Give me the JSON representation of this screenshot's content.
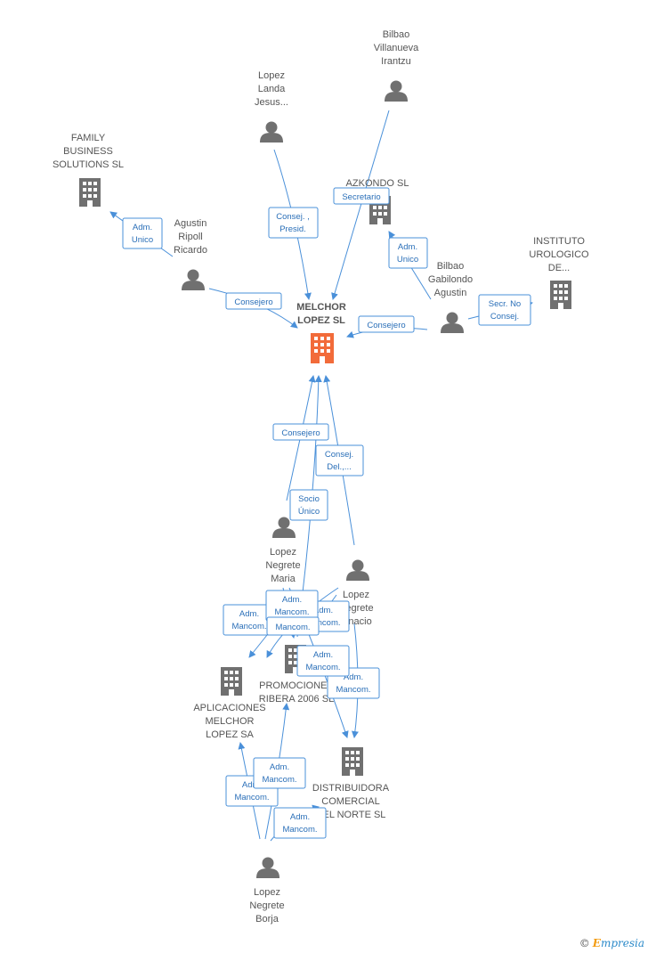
{
  "main_company": {
    "lines": [
      "MELCHOR",
      "LOPEZ SL"
    ],
    "color": "#f26b3a"
  },
  "people": {
    "bilbao_villanueva": [
      "Bilbao",
      "Villanueva",
      "Irantzu"
    ],
    "lopez_landa": [
      "Lopez",
      "Landa",
      "Jesus..."
    ],
    "agustin_ripoll": [
      "Agustin",
      "Ripoll",
      "Ricardo"
    ],
    "bilbao_gabilondo": [
      "Bilbao",
      "Gabilondo",
      "Agustin"
    ],
    "lopez_negrete_maria": [
      "Lopez",
      "Negrete",
      "Maria"
    ],
    "lopez_negrete_ignacio": [
      "Lopez",
      "Negrete",
      "Ignacio"
    ],
    "lopez_negrete_borja": [
      "Lopez",
      "Negrete",
      "Borja"
    ]
  },
  "companies": {
    "family_business": [
      "FAMILY",
      "BUSINESS",
      "SOLUTIONS SL"
    ],
    "azkondo": [
      "AZKONDO  SL"
    ],
    "instituto": [
      "INSTITUTO",
      "UROLOGICO",
      "DE..."
    ],
    "aplicaciones": [
      "APLICACIONES",
      "MELCHOR",
      "LOPEZ SA"
    ],
    "promociones": [
      "PROMOCIONES",
      "RIBERA 2006 SL"
    ],
    "distribuidora": [
      "DISTRIBUIDORA",
      "COMERCIAL",
      "DEL NORTE SL"
    ]
  },
  "relations": {
    "adm_unico_family": [
      "Adm.",
      "Unico"
    ],
    "consej_presid": [
      "Consej. ,",
      "Presid."
    ],
    "secretario": [
      "Secretario"
    ],
    "adm_unico_azkondo": [
      "Adm.",
      "Unico"
    ],
    "consejero_ripoll": [
      "Consejero"
    ],
    "consejero_gabilondo": [
      "Consejero"
    ],
    "secr_no_consej": [
      "Secr.  No",
      "Consej."
    ],
    "consejero_maria": [
      "Consejero"
    ],
    "consej_del": [
      "Consej.",
      "Del.,..."
    ],
    "socio_unico": [
      "Socio",
      "Único"
    ],
    "adm_mancom_1": [
      "Adm.",
      "Mancom."
    ],
    "adm_mancom_2": [
      "Adm.",
      "Mancom."
    ],
    "adm_mancom_3": [
      "Adm.",
      "Mancom."
    ],
    "adm_mancom_4": [
      "Adm.",
      "Mancom."
    ],
    "adm_mancom_5": [
      "Adm.",
      "Mancom."
    ],
    "adm_mancom_6": [
      "Adm.",
      "Mancom."
    ],
    "adm_mancom_7": [
      "Adm.",
      "Mancom."
    ],
    "adm_mancom_8": [
      "Adm.",
      "Mancom."
    ],
    "adm_mancom_9": [
      "Adm.",
      "Mancom."
    ]
  },
  "colors": {
    "edge": "#4a90d9",
    "icon": "#707070",
    "main": "#f26b3a"
  },
  "brand": {
    "copyright": "©",
    "e": "E",
    "rest": "mpresia"
  }
}
